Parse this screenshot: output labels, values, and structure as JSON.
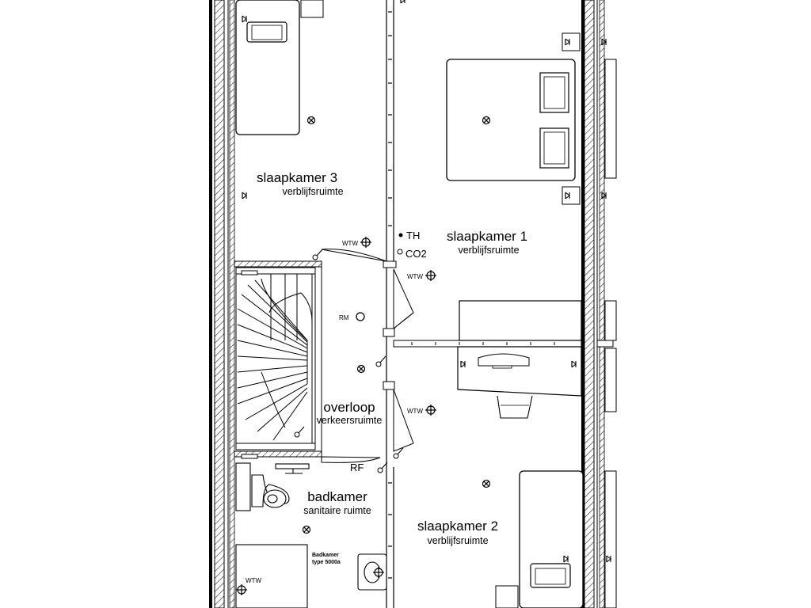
{
  "rooms": {
    "slaapkamer3": {
      "name": "slaapkamer 3",
      "type": "verblijfsruimte"
    },
    "slaapkamer1": {
      "name": "slaapkamer 1",
      "type": "verblijfsruimte"
    },
    "overloop": {
      "name": "overloop",
      "type": "verkeersruimte"
    },
    "badkamer": {
      "name": "badkamer",
      "type": "sanitaire ruimte"
    },
    "slaapkamer2": {
      "name": "slaapkamer 2",
      "type": "verblijfsruimte"
    }
  },
  "labels": {
    "th": "TH",
    "co2": "CO2",
    "rm": "RM",
    "rf": "RF",
    "wtw": "WTW",
    "badkamer_type_line1": "Badkamer",
    "badkamer_type_line2": "type 5000a"
  },
  "icons": {
    "ceiling_light": "circle-cross-icon",
    "ventilation": "circle-plus-icon",
    "socket": "socket-icon",
    "switch": "switch-icon"
  }
}
